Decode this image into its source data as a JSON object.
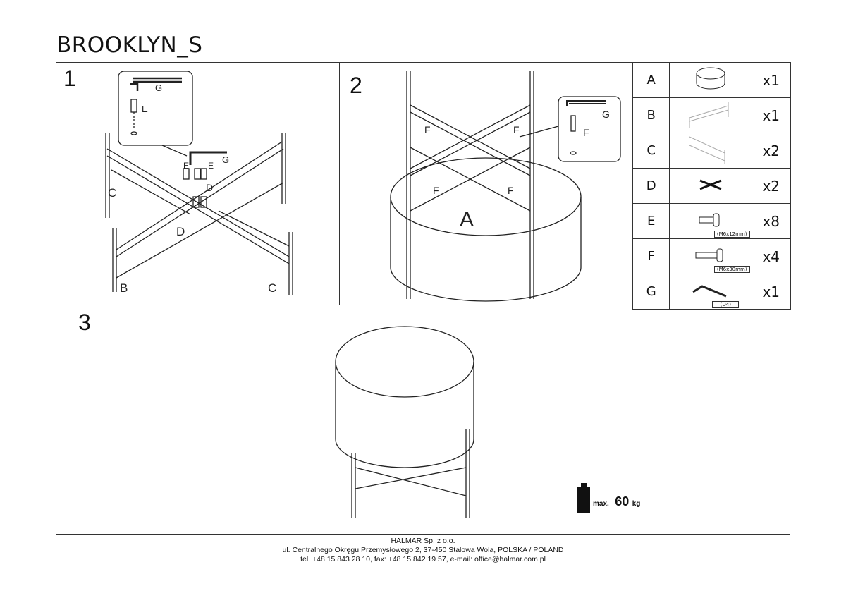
{
  "title": "BROOKLYN_S",
  "steps": {
    "s1": "1",
    "s2": "2",
    "s3": "3"
  },
  "step1_labels": {
    "g": "G",
    "e": "E",
    "c": "C",
    "d": "D",
    "b": "B"
  },
  "step2_labels": {
    "a": "A",
    "f": "F",
    "g": "G"
  },
  "parts": [
    {
      "letter": "A",
      "qty": "x1",
      "icon": "seat-cushion"
    },
    {
      "letter": "B",
      "qty": "x1",
      "icon": "frame-leg"
    },
    {
      "letter": "C",
      "qty": "x2",
      "icon": "frame-leg"
    },
    {
      "letter": "D",
      "qty": "x2",
      "icon": "cross-connector"
    },
    {
      "letter": "E",
      "qty": "x8",
      "icon": "screw",
      "size": "(M6x12mm)"
    },
    {
      "letter": "F",
      "qty": "x4",
      "icon": "screw",
      "size": "(M6x30mm)"
    },
    {
      "letter": "G",
      "qty": "x1",
      "icon": "allen-key",
      "size": "(D4)"
    }
  ],
  "load": {
    "prefix": "max.",
    "value": "60",
    "unit": "kg"
  },
  "footer": {
    "company": "HALMAR Sp. z o.o.",
    "address": "ul. Centralnego Okręgu Przemysłowego 2, 37-450 Stalowa Wola, POLSKA / POLAND",
    "contact": "tel. +48 15 843 28 10, fax: +48 15 842 19 57, e-mail: office@halmar.com.pl"
  }
}
